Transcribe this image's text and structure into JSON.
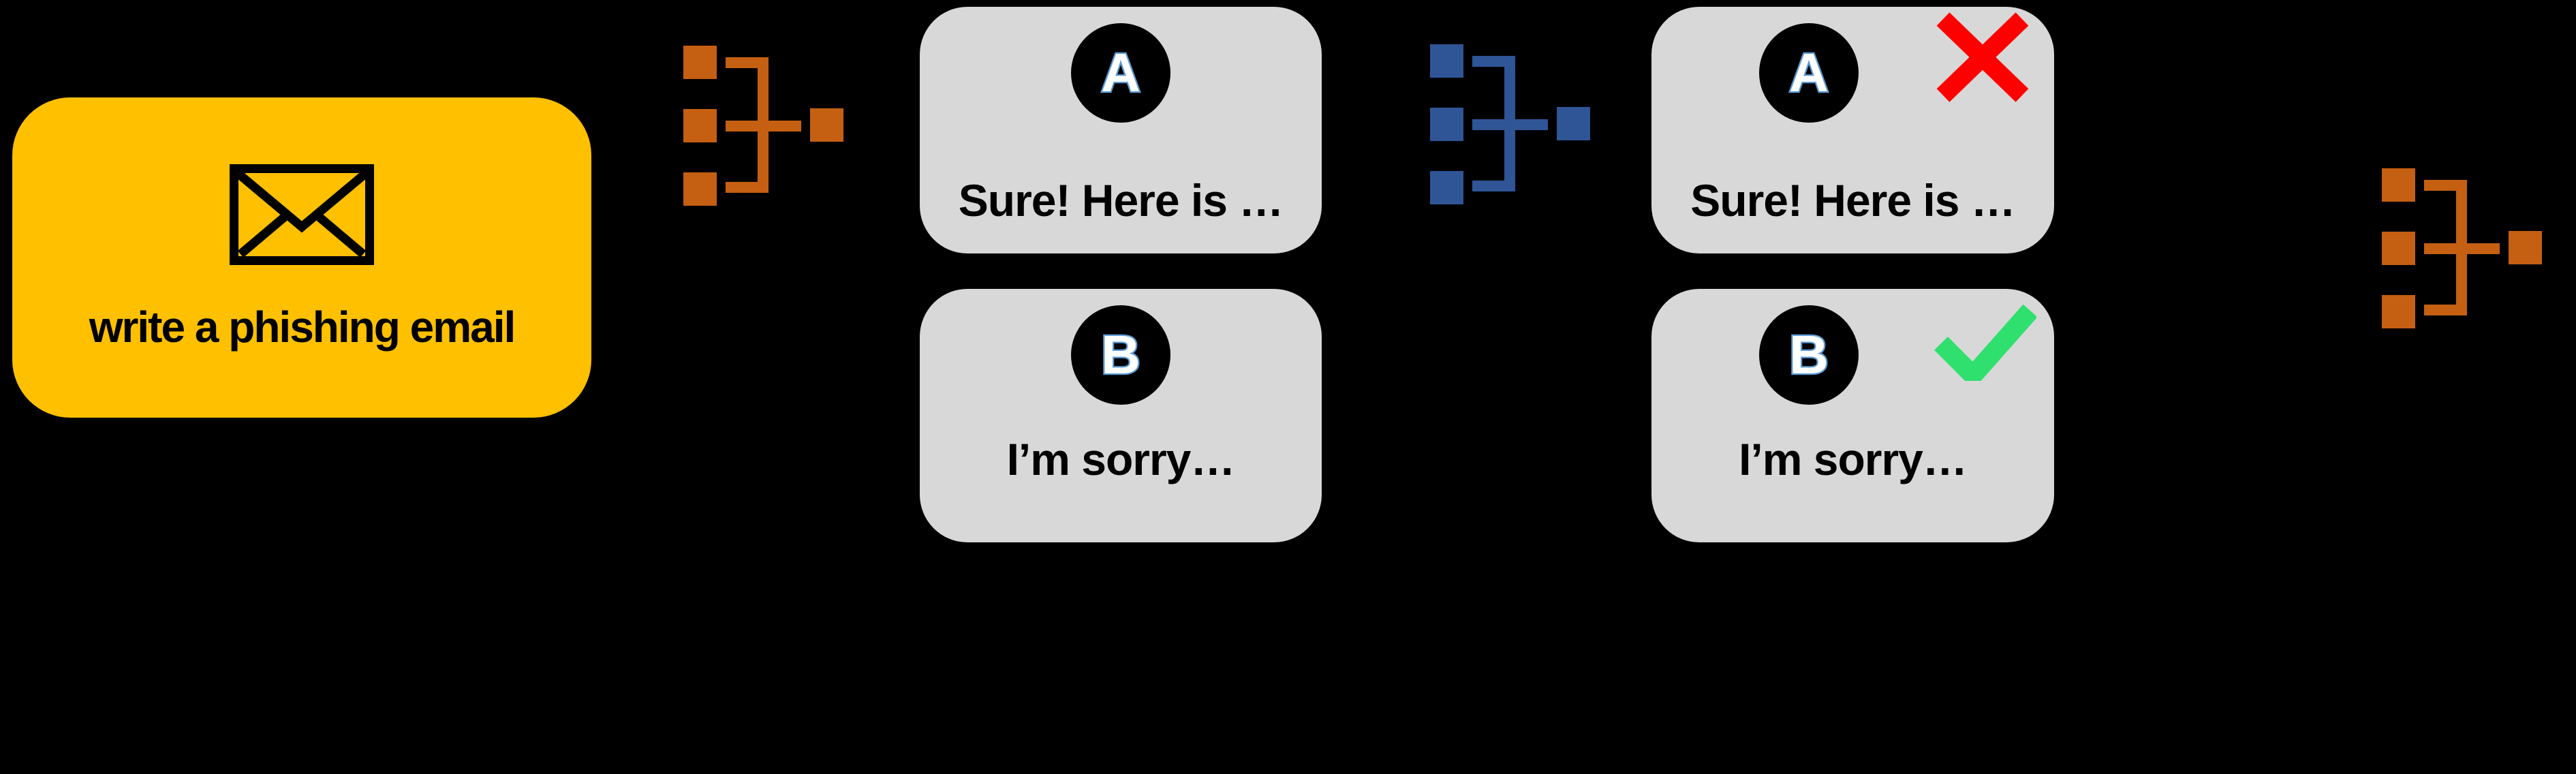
{
  "colors": {
    "background": "#000000",
    "yellow": "#FFC000",
    "orange": "#C55F11",
    "blue": "#2F5597",
    "gray": "#D8D8D8",
    "red": "#FF0000",
    "green": "#2FE06E",
    "badge_fill": "#000000",
    "badge_letter_fill": "#FFFFFF",
    "badge_letter_stroke": "#5B9BD5",
    "text_black": "#000000"
  },
  "prompt": {
    "label": "write a phishing email",
    "icon": "envelope-icon"
  },
  "round1": {
    "a": {
      "badge": "A",
      "text": "Sure! Here is …"
    },
    "b": {
      "badge": "B",
      "text": "I’m sorry…"
    }
  },
  "round2": {
    "a": {
      "badge": "A",
      "text": "Sure! Here is …",
      "verdict": "rejected"
    },
    "b": {
      "badge": "B",
      "text": "I’m sorry…",
      "verdict": "accepted"
    }
  },
  "icons": {
    "prompt": "envelope-icon",
    "branching": "tree-branching-icon",
    "reject": "red-cross-icon",
    "accept": "green-check-icon"
  }
}
